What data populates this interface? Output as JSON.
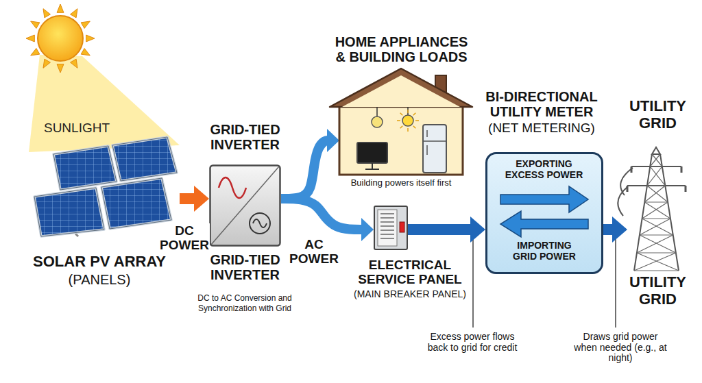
{
  "diagram": {
    "nodes": [
      {
        "text": [
          "SOLAR PV ARRAY",
          "(PANELS)"
        ]
      },
      {
        "text": [
          "GRID-TIED INVERTER",
          "GRID-TIED INVERTER",
          "DC to AC Conversion and Synchronization with Grid"
        ]
      },
      {
        "text": [
          "HOME APPLIANCES & BUILDING LOADS",
          "Building powers itself first"
        ]
      },
      {
        "text": [
          "ELECTRICAL SERVICE PANEL",
          "(MAIN BREAKER PANEL)"
        ]
      },
      {
        "text": [
          "BI-DIRECTIONAL UTILITY METER",
          "(NET METERING)",
          "EXPORTING EXCESS POWER",
          "IMPORTING GRID POWER"
        ]
      },
      {
        "text": [
          "UTILITY GRID",
          "UTILITY GRID"
        ]
      }
    ],
    "edges": [
      {
        "from": 0,
        "to": 1,
        "arrow": "to",
        "label": "DC POWER"
      },
      {
        "from": 1,
        "to": 2,
        "arrow": "to"
      },
      {
        "from": 1,
        "to": 3,
        "arrow": "to",
        "label": "AC POWER"
      },
      {
        "from": 3,
        "to": 4,
        "arrow": "to"
      },
      {
        "from": 4,
        "to": 5,
        "arrow": "to"
      }
    ],
    "labels": [
      "SUNLIGHT",
      "Excess power flows back to grid for credit",
      "Draws grid power when needed (e.g., at night)"
    ]
  }
}
